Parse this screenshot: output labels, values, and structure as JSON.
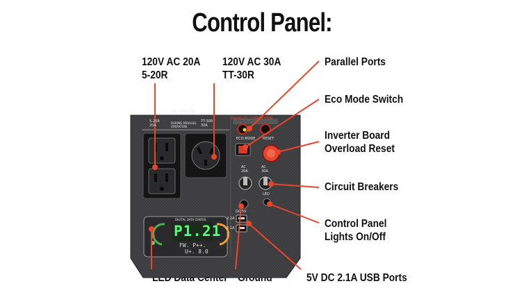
{
  "title": "Control Panel:",
  "callouts": {
    "ac20": [
      "120V AC 20A",
      "5-20R"
    ],
    "ac30": [
      "120V AC 30A",
      "TT-30R"
    ],
    "parallel": "Parallel Ports",
    "eco": "Eco Mode Switch",
    "inverter": [
      "Inverter Board",
      "Overload Reset"
    ],
    "breakers": "Circuit Breakers",
    "lights": [
      "Control Panel",
      "Lights On/Off"
    ],
    "led": "LED Data Center",
    "ground": "Ground",
    "usb": "5V DC 2.1A USB Ports"
  },
  "panel_text": {
    "ac_header": "AC 120V 13A",
    "outlet1": [
      "5-20R",
      "20A"
    ],
    "outlet2": [
      "TT-30R",
      "30A"
    ],
    "parallel_op": [
      "DURING PARALLEL",
      "OPERATION"
    ],
    "parallel_header": "PARALLEL CONNECTION",
    "eco_mode": "ECO MODE",
    "reset": "RESET",
    "breaker1": [
      "AC",
      "20A"
    ],
    "breaker2": [
      "AC",
      "30A"
    ],
    "led_label": "LED",
    "dc5v": "DC 5V",
    "usb_rating1": "2.1A",
    "usb_rating2": "2.1A",
    "data_center": "DIGITAL DATA CENTER",
    "lcd_value": "P1.21",
    "lcd_sub": [
      "FW. P++.",
      "U+. 8.0"
    ]
  },
  "colors": {
    "accent": "#e8452c",
    "panel": "#3a3a3c",
    "lcd": "#52ff7a"
  }
}
